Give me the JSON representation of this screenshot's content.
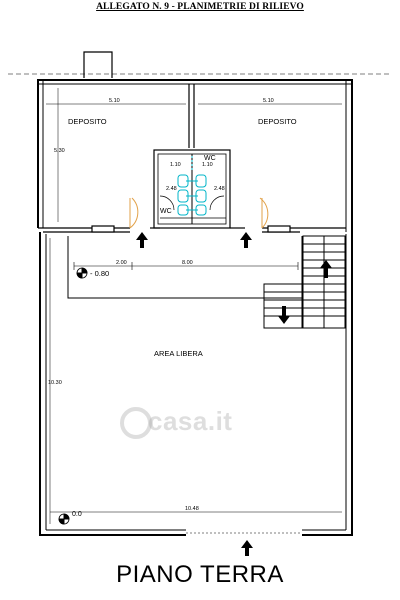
{
  "header": {
    "title": "ALLEGATO N. 9 - PLANIMETRIE DI RILIEVO"
  },
  "rooms": {
    "deposito_left": "DEPOSITO",
    "deposito_right": "DEPOSITO",
    "area_libera": "AREA LIBERA",
    "wc_left": "WC",
    "wc_right": "WC"
  },
  "dimensions": {
    "width_left_room": "5.10",
    "width_right_room": "5.10",
    "height_rooms": "5.30",
    "wc_width_left": "1.10",
    "wc_width_right": "1.10",
    "wc_height_left": "2.48",
    "wc_height_right": "2.48",
    "corridor_offset": "2.00",
    "corridor_length": "8.00",
    "area_height": "10.30",
    "area_width": "10.48"
  },
  "levels": {
    "upper": "- 0.80",
    "ground": "0.0"
  },
  "footer": {
    "floor_name": "PIANO TERRA"
  },
  "watermark": {
    "text": "casa.it"
  }
}
